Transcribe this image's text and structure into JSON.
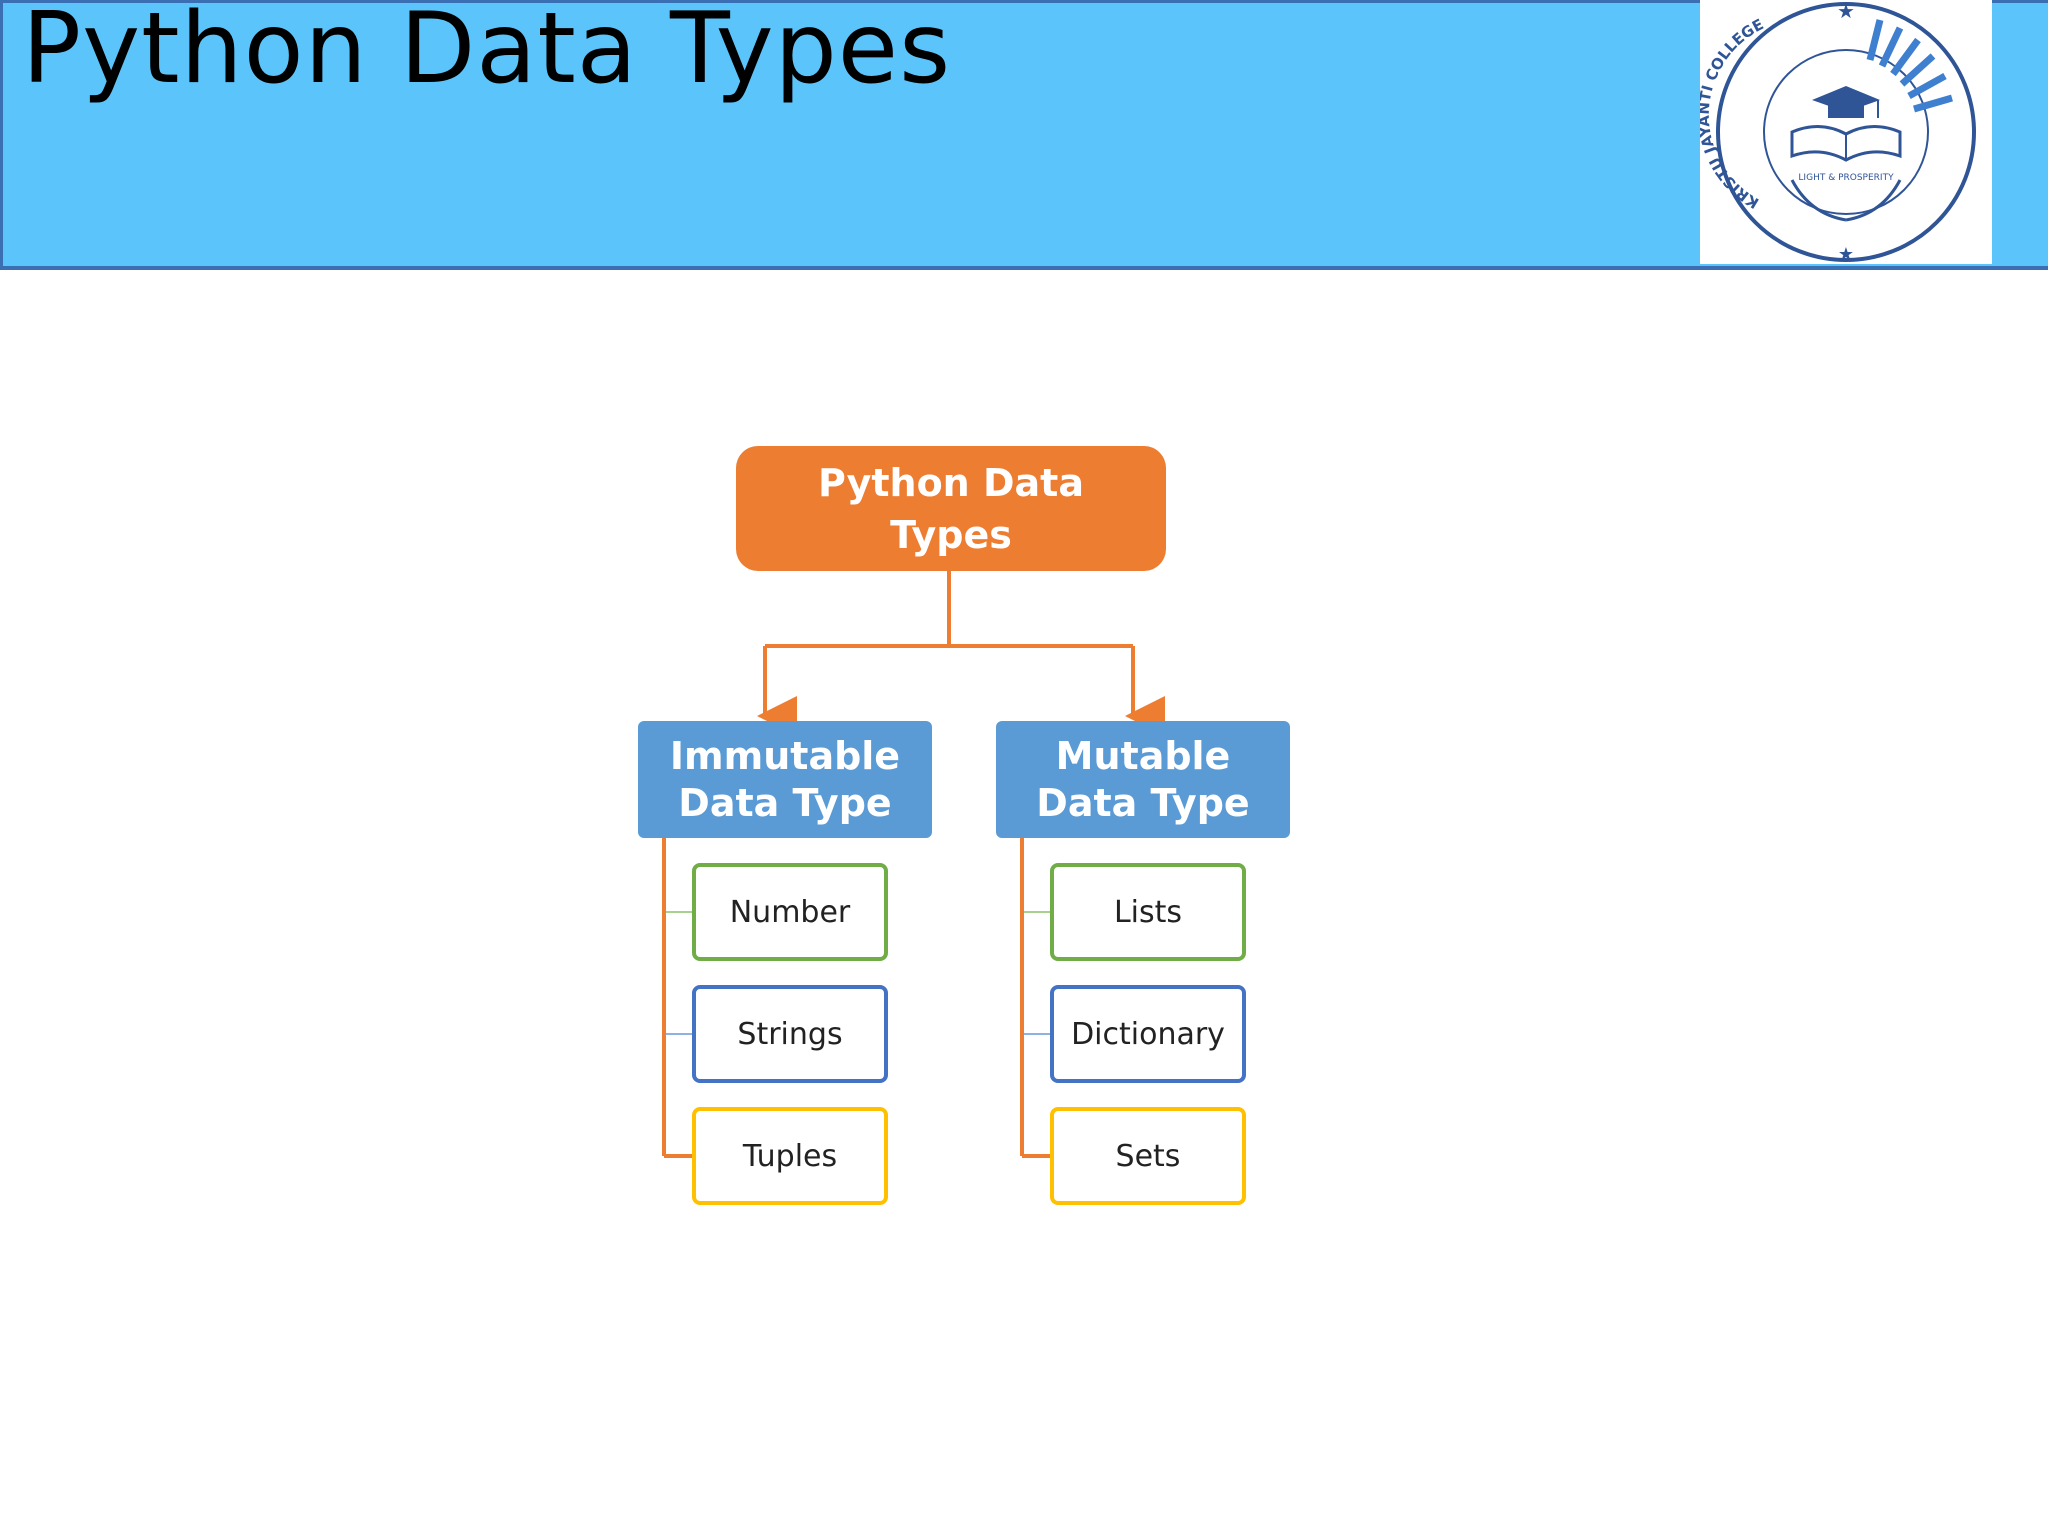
{
  "slide": {
    "title": "Python Data Types"
  },
  "logo": {
    "icon": "college-seal-icon",
    "arc_text": "KRISTU JAYANTI COLLEGE",
    "motto": "LIGHT & PROSPERITY"
  },
  "diagram": {
    "root": "Python Data Types",
    "categories": [
      {
        "label": "Immutable Data Type",
        "items": [
          "Number",
          "Strings",
          "Tuples"
        ]
      },
      {
        "label": "Mutable Data Type",
        "items": [
          "Lists",
          "Dictionary",
          "Sets"
        ]
      }
    ]
  },
  "colors": {
    "header_bg": "#5bc5fb",
    "header_border": "#3a6fb4",
    "root_fill": "#ed7d31",
    "category_fill": "#5b9bd5",
    "connector": "#ed7d31",
    "leaf_borders": [
      "#70ad47",
      "#4472c4",
      "#ffc000"
    ]
  }
}
